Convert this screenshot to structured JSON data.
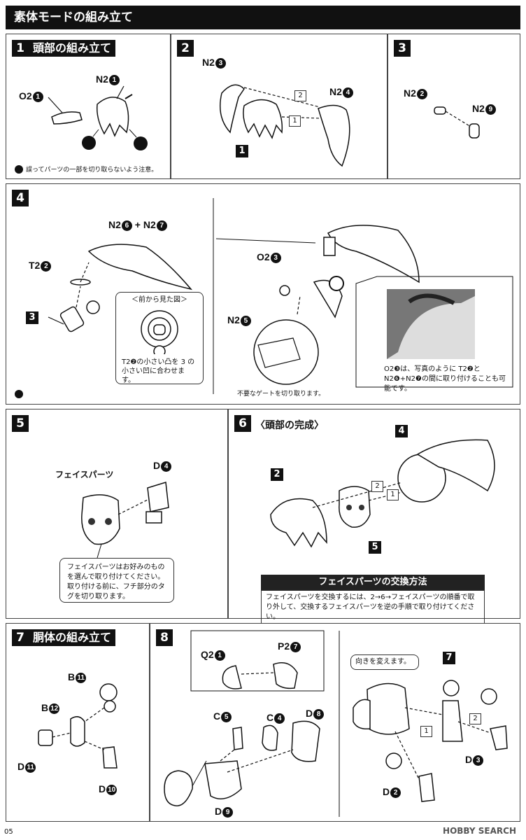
{
  "page_title": "素体モードの組み立て",
  "steps": {
    "s1": {
      "num": "1",
      "title": "頭部の組み立て",
      "o2": "O2",
      "o2n": "1",
      "n2": "N2",
      "n2n": "1",
      "note": "誤ってパーツの一部を切り取らないよう注意。"
    },
    "s2": {
      "num": "2",
      "n2a": "N2",
      "n2an": "3",
      "n2b": "N2",
      "n2bn": "4",
      "part": "1",
      "order1": "1",
      "order2": "2"
    },
    "s3": {
      "num": "3",
      "n2a": "N2",
      "n2an": "2",
      "n2b": "N2",
      "n2bn": "9"
    },
    "s4": {
      "num": "4",
      "combo_a": "N2",
      "combo_an": "6",
      "plus": "+",
      "combo_b": "N2",
      "combo_bn": "7",
      "t2": "T2",
      "t2n": "2",
      "part": "3",
      "front_view": "＜前から見た図＞",
      "front_note": "T2❷の小さい凸を 3 の小さい凹に合わせます。",
      "o2": "O2",
      "o2n": "3",
      "n2": "N2",
      "n2n": "5",
      "gate_note": "不要なゲートを切り取ります。",
      "photo_note": "O2❸は、写真のように T2❷と N2❻+N2❼の間に取り付けることも可能です。"
    },
    "s5": {
      "num": "5",
      "face": "フェイスパーツ",
      "d": "D",
      "dn": "4",
      "note": "フェイスパーツはお好みのものを選んで取り付けてください。取り付ける前に、フチ部分のタグを切り取ります。"
    },
    "s6": {
      "num": "6",
      "title": "〈頭部の完成〉",
      "p4": "4",
      "p2": "2",
      "p5": "5",
      "order1": "1",
      "order2": "2",
      "swap_title": "フェイスパーツの交換方法",
      "swap_note": "フェイスパーツを交換するには、2→6→フェイスパーツの順番で取り外して、交換するフェイスパーツを逆の手順で取り付けてください。"
    },
    "s7": {
      "num": "7",
      "title": "胴体の組み立て",
      "b1": "B",
      "b1n": "11",
      "b2": "B",
      "b2n": "12",
      "d1": "D",
      "d1n": "11",
      "d2": "D",
      "d2n": "10"
    },
    "s8": {
      "num": "8",
      "q2": "Q2",
      "q2n": "1",
      "p2": "P2",
      "p2n": "7",
      "c1": "C",
      "c1n": "5",
      "c2": "C",
      "c2n": "4",
      "d8": "D",
      "d8n": "8",
      "d9": "D",
      "d9n": "9",
      "turn": "向きを変えます。",
      "p7": "7",
      "d3": "D",
      "d3n": "3",
      "d2": "D",
      "d2n": "2",
      "order1": "1",
      "order2": "2"
    }
  },
  "page_number": "05",
  "watermark": "HOBBY SEARCH"
}
